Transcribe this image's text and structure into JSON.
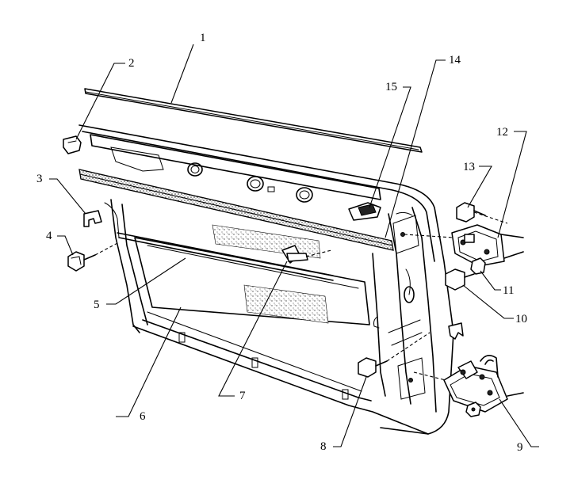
{
  "diagram": {
    "callouts": [
      {
        "id": "1",
        "label": "1"
      },
      {
        "id": "2",
        "label": "2"
      },
      {
        "id": "3",
        "label": "3"
      },
      {
        "id": "4",
        "label": "4"
      },
      {
        "id": "5",
        "label": "5"
      },
      {
        "id": "6",
        "label": "6"
      },
      {
        "id": "7",
        "label": "7"
      },
      {
        "id": "8",
        "label": "8"
      },
      {
        "id": "9",
        "label": "9"
      },
      {
        "id": "10",
        "label": "10"
      },
      {
        "id": "11",
        "label": "11"
      },
      {
        "id": "12",
        "label": "12"
      },
      {
        "id": "13",
        "label": "13"
      },
      {
        "id": "14",
        "label": "14"
      },
      {
        "id": "15",
        "label": "15"
      }
    ],
    "colors": {
      "line": "#000000",
      "background": "#ffffff",
      "stipple": "#555555"
    }
  }
}
